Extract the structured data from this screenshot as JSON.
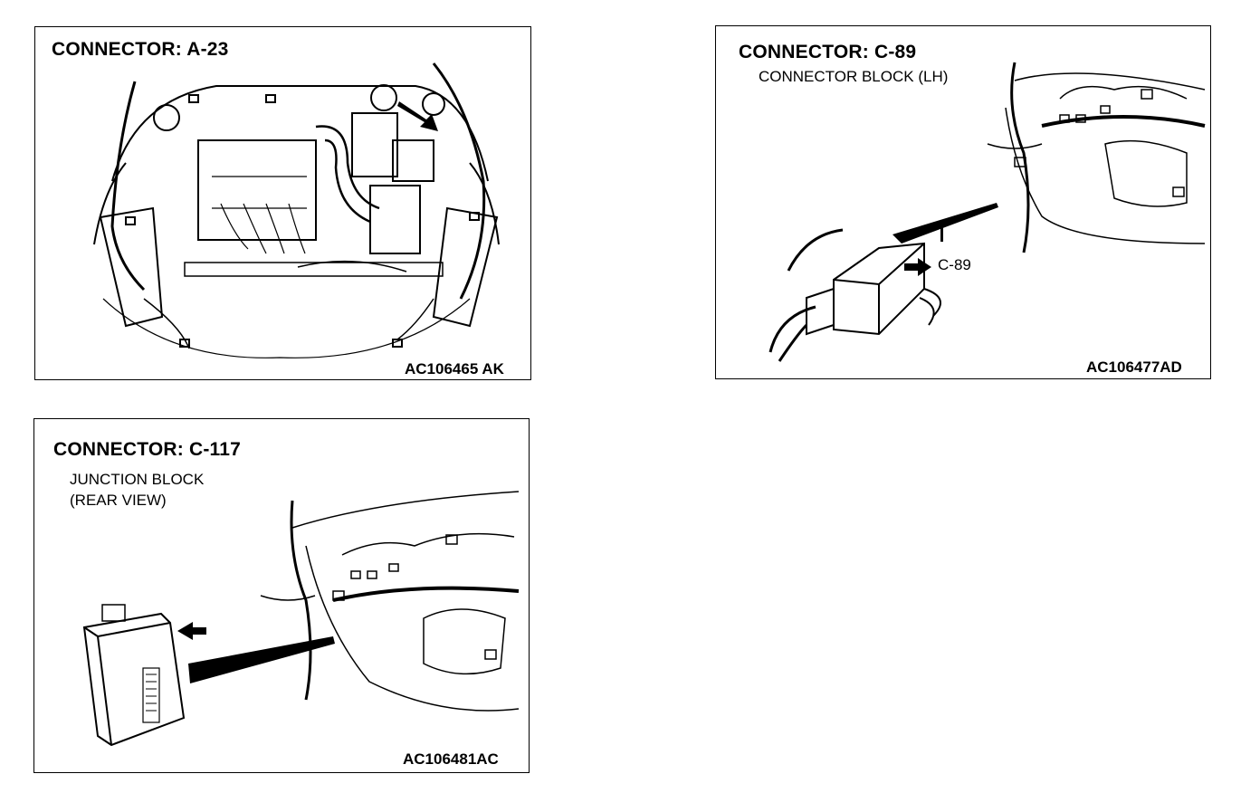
{
  "panels": [
    {
      "title": "CONNECTOR: A-23",
      "subtitle": "",
      "image_code": "AC106465 AK",
      "illustration_icon": "engine-compartment"
    },
    {
      "title": "CONNECTOR: C-89",
      "subtitle": "CONNECTOR BLOCK (LH)",
      "callout": "C-89",
      "image_code": "AC106477AD",
      "illustration_icon": "dashboard-harness"
    },
    {
      "title": "CONNECTOR: C-117",
      "subtitle_line1": "JUNCTION BLOCK",
      "subtitle_line2": "(REAR VIEW)",
      "image_code": "AC106481AC",
      "illustration_icon": "dashboard-junction-block"
    }
  ]
}
